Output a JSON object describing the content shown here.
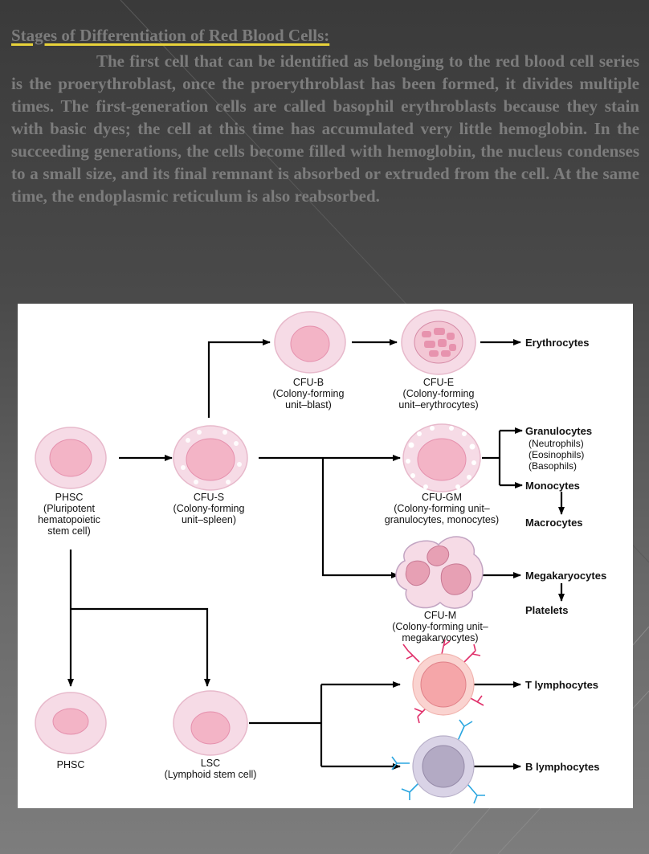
{
  "slide": {
    "heading": "Stages of Differentiation of Red Blood Cells:",
    "paragraph": "The first cell that can be identified as belonging to the red blood cell series is the proerythroblast, once the proerythroblast has been formed, it divides multiple times. The first-generation cells are called basophil erythroblasts because they stain with basic dyes; the cell at this time has accumulated very little hemoglobin. In the succeeding generations, the cells become filled with hemoglobin, the nucleus condenses to a small size, and its final remnant is absorbed or extruded from the cell. At the same time, the endoplasmic reticulum is also reabsorbed.",
    "heading_underline_color": "#e8d23a"
  },
  "diagram": {
    "cfu_b": {
      "name": "CFU-B",
      "desc1": "(Colony-forming",
      "desc2": "unit–blast)"
    },
    "cfu_e": {
      "name": "CFU-E",
      "desc1": "(Colony-forming",
      "desc2": "unit–erythrocytes)"
    },
    "phsc": {
      "name": "PHSC",
      "desc1": "(Pluripotent",
      "desc2": "hematopoietic",
      "desc3": "stem cell)"
    },
    "cfu_s": {
      "name": "CFU-S",
      "desc1": "(Colony-forming",
      "desc2": "unit–spleen)"
    },
    "cfu_gm": {
      "name": "CFU-GM",
      "desc1": "(Colony-forming unit–",
      "desc2": "granulocytes, monocytes)"
    },
    "cfu_m": {
      "name": "CFU-M",
      "desc1": "(Colony-forming unit–",
      "desc2": "megakaryocytes)"
    },
    "phsc_bottom": {
      "name": "PHSC"
    },
    "lsc": {
      "name": "LSC",
      "desc1": "(Lymphoid stem cell)"
    },
    "outputs": {
      "erythrocytes": "Erythrocytes",
      "granulocytes": "Granulocytes",
      "neutrophils": "(Neutrophils)",
      "eosinophils": "(Eosinophils)",
      "basophils": "(Basophils)",
      "monocytes": "Monocytes",
      "macrocytes": "Macrocytes",
      "megakaryocytes": "Megakaryocytes",
      "platelets": "Platelets",
      "t_lymphocytes": "T lymphocytes",
      "b_lymphocytes": "B lymphocytes"
    },
    "colors": {
      "cell_fill": "#f6dbe6",
      "nucleus_fill": "#f3b4c6",
      "granule_fill": "#e58aa8",
      "t_cell_fill": "#f7b3b0",
      "b_cell_fill": "#c9c3d8",
      "t_receptor": "#e0306a",
      "b_receptor": "#2aa6e0"
    }
  }
}
